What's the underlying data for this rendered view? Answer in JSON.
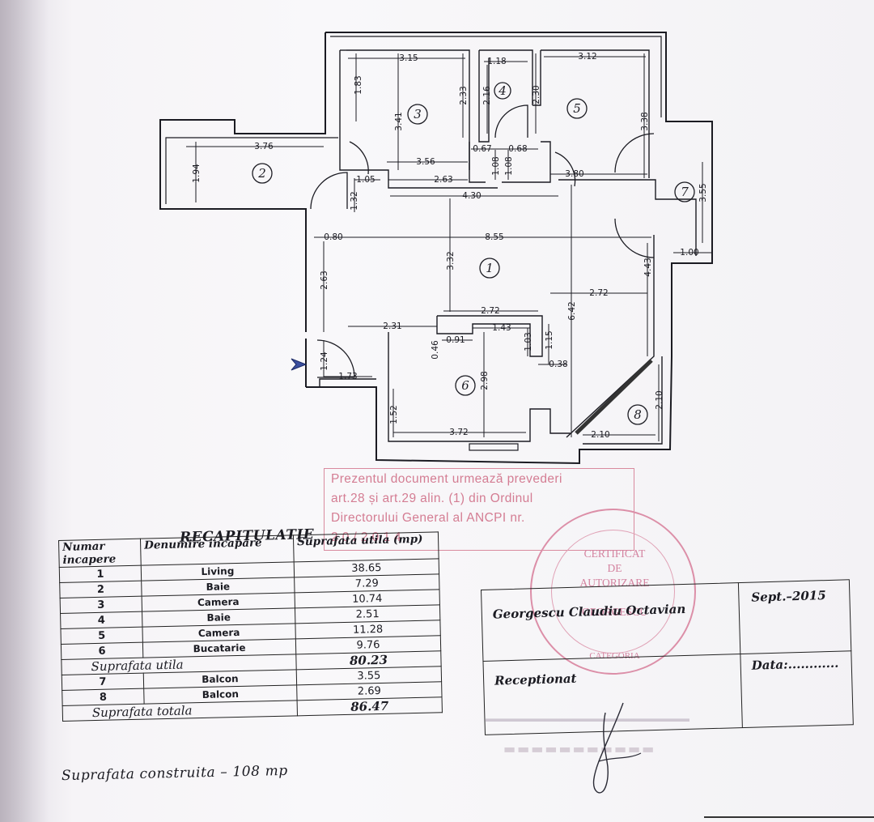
{
  "floor_plan": {
    "rooms": [
      {
        "num": "1"
      },
      {
        "num": "2"
      },
      {
        "num": "3"
      },
      {
        "num": "4"
      },
      {
        "num": "5"
      },
      {
        "num": "6"
      },
      {
        "num": "7"
      },
      {
        "num": "8"
      }
    ],
    "dimensions": [
      "3.15",
      "1.18",
      "3.12",
      "1.83",
      "3.41",
      "2.33",
      "2.16",
      "2.30",
      "3.38",
      "3.76",
      "1.94",
      "0.67",
      "0.68",
      "3.56",
      "1.08",
      "1.08",
      "1.05",
      "2.63",
      "3.80",
      "1.32",
      "4.30",
      "3.55",
      "0.80",
      "8.55",
      "1.00",
      "2.63",
      "3.32",
      "4.43",
      "2.72",
      "6.42",
      "2.72",
      "2.31",
      "1.43",
      "0.46",
      "0.91",
      "1.03",
      "1.15",
      "1.24",
      "0.38",
      "1.73",
      "2.98",
      "1.52",
      "2.10",
      "3.72",
      "2.10"
    ]
  },
  "stamp": {
    "lines": [
      "Prezentul document urmează prevederi",
      "art.28  și  art.29  alin.  (1)  din  Ordinul",
      "Directorului  General  al  ANCPI  nr.",
      "2 0 / 2 0 1 4"
    ]
  },
  "seal": {
    "lines": [
      "CERTIFICAT",
      "DE",
      "AUTORIZARE",
      "",
      "GEORGESCU",
      "",
      "CATEGORIA"
    ]
  },
  "recap": {
    "title": "RECAPITULATIE",
    "headers": {
      "col1": "Numar incapere",
      "col2": "Denumire incapare",
      "col3": "Suprafata utila (mp)"
    },
    "rows": [
      {
        "num": "1",
        "name": "Living",
        "area": "38.65"
      },
      {
        "num": "2",
        "name": "Baie",
        "area": "7.29"
      },
      {
        "num": "3",
        "name": "Camera",
        "area": "10.74"
      },
      {
        "num": "4",
        "name": "Baie",
        "area": "2.51"
      },
      {
        "num": "5",
        "name": "Camera",
        "area": "11.28"
      },
      {
        "num": "6",
        "name": "Bucatarie",
        "area": "9.76"
      }
    ],
    "useful_label": "Suprafata utila",
    "useful_value": "80.23",
    "balcony_rows": [
      {
        "num": "7",
        "name": "Balcon",
        "area": "3.55"
      },
      {
        "num": "8",
        "name": "Balcon",
        "area": "2.69"
      }
    ],
    "total_label": "Suprafata totala",
    "total_value": "86.47",
    "built_area": "Suprafata construita  –  108 mp"
  },
  "signature_box": {
    "author": "Georgescu Claudiu Octavian",
    "date": "Sept.–2015",
    "received": "Receptionat",
    "data_label": "Data:............"
  }
}
